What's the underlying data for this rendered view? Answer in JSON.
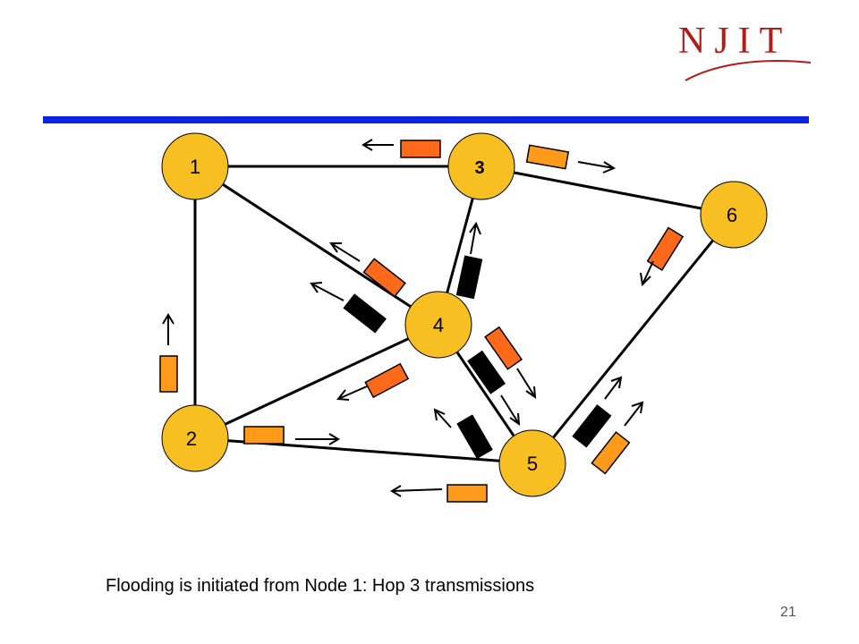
{
  "logo": {
    "text": "NJIT",
    "color": "#b31b1b"
  },
  "accent_color": "#0b24e0",
  "node_color": "#f8bf22",
  "nodes": [
    {
      "id": "1",
      "label": "1"
    },
    {
      "id": "2",
      "label": "2"
    },
    {
      "id": "3",
      "label": "3"
    },
    {
      "id": "4",
      "label": "4"
    },
    {
      "id": "5",
      "label": "5"
    },
    {
      "id": "6",
      "label": "6"
    }
  ],
  "links": [
    [
      "1",
      "3"
    ],
    [
      "1",
      "2"
    ],
    [
      "1",
      "4"
    ],
    [
      "3",
      "4"
    ],
    [
      "3",
      "6"
    ],
    [
      "2",
      "4"
    ],
    [
      "2",
      "5"
    ],
    [
      "4",
      "5"
    ],
    [
      "5",
      "6"
    ]
  ],
  "packets": [
    {
      "link": "1-3",
      "from": "3",
      "to": "1",
      "color": "orange"
    },
    {
      "link": "3-6",
      "from": "3",
      "to": "6",
      "color": "orange"
    },
    {
      "link": "6-5",
      "from": "6",
      "to": "5",
      "color": "orange"
    },
    {
      "link": "4-3",
      "from": "4",
      "to": "3",
      "color": "black"
    },
    {
      "link": "4-1",
      "from": "4",
      "to": "1",
      "color": "orange"
    },
    {
      "link": "4-1",
      "from": "4",
      "to": "1",
      "color": "black"
    },
    {
      "link": "4-2",
      "from": "4",
      "to": "2",
      "color": "orange"
    },
    {
      "link": "4-5",
      "from": "4",
      "to": "5",
      "color": "orange"
    },
    {
      "link": "4-5",
      "from": "4",
      "to": "5",
      "color": "black"
    },
    {
      "link": "5-4",
      "from": "5",
      "to": "4",
      "color": "black"
    },
    {
      "link": "5-6",
      "from": "5",
      "to": "6",
      "color": "black"
    },
    {
      "link": "5-6",
      "from": "5",
      "to": "6",
      "color": "orange"
    },
    {
      "link": "2-1",
      "from": "2",
      "to": "1",
      "color": "orange"
    },
    {
      "link": "2-5",
      "from": "2",
      "to": "5",
      "color": "orange"
    },
    {
      "link": "5-2",
      "from": "5",
      "to": "2",
      "color": "orange"
    }
  ],
  "packet_colors": {
    "orange": "#ff6a1a",
    "orange-light": "#ff9a1a",
    "black": "#000000"
  },
  "caption": "Flooding is initiated from Node 1:  Hop 3 transmissions",
  "page_number": "21"
}
